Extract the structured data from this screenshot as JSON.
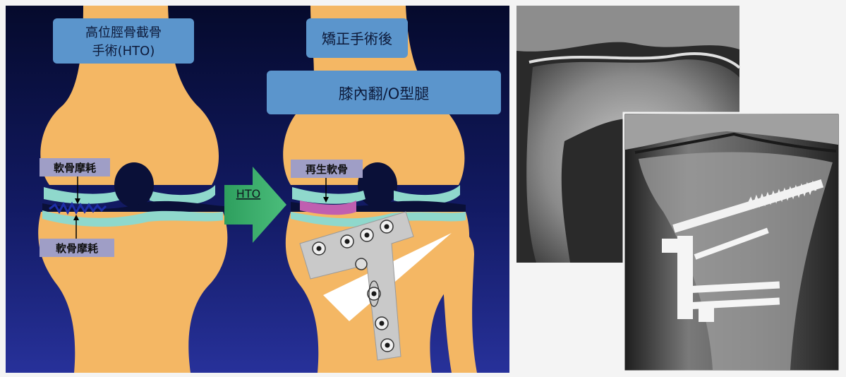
{
  "diagram": {
    "title_left": [
      "高位脛骨截骨",
      "手術(HTO)"
    ],
    "title_right": "矯正手術後",
    "subtitle_right": "膝內翻/O型腿",
    "label_cartilage_wear_top": "軟骨摩耗",
    "label_cartilage_wear_bottom": "軟骨摩耗",
    "label_regen_cartilage": "再生軟骨",
    "arrow_label": "HTO"
  },
  "colors": {
    "background_top": "#050a2c",
    "background_bottom": "#27319a",
    "bone": "#f4b764",
    "cartilage": "#8fd8cc",
    "label_box": "#5b95cc",
    "arrow": "#3daa6a",
    "regen_cartilage": "#c05fb0",
    "plate": "#c9c9c9"
  },
  "xrays": {
    "back_image": "knee-xray-preop",
    "front_image": "knee-xray-postop-with-plate"
  }
}
